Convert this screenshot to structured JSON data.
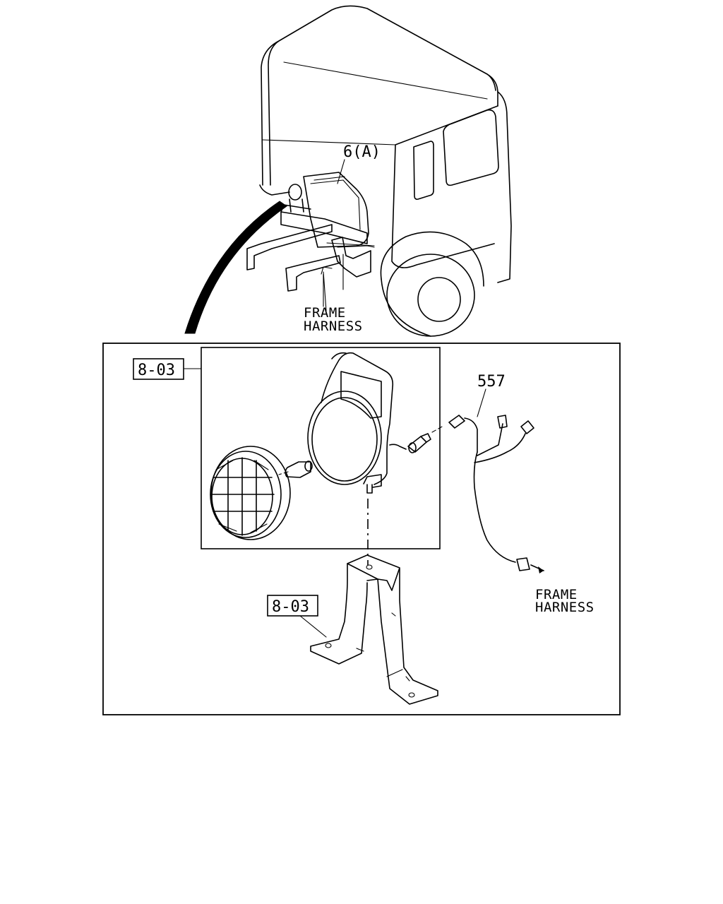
{
  "callouts": {
    "lamp_ref": "6(A)",
    "frame_harness_top_line1": "FRAME",
    "frame_harness_top_line2": "HARNESS",
    "lamp_group_ref": "8-03",
    "bracket_ref": "8-03",
    "harness_part": "557",
    "frame_harness_right_line1": "FRAME",
    "frame_harness_right_line2": "HARNESS"
  }
}
